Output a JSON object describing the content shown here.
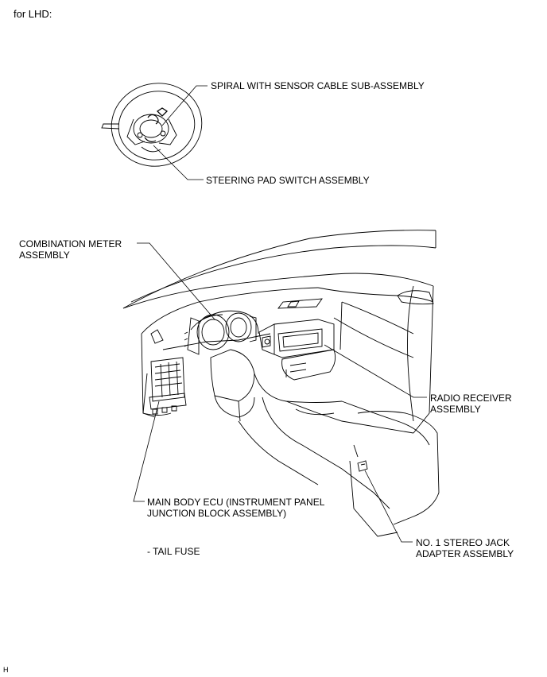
{
  "header": {
    "variant": "for LHD:"
  },
  "labels": {
    "spiral_cable": "SPIRAL WITH SENSOR CABLE SUB-ASSEMBLY",
    "steering_pad": "STEERING PAD SWITCH ASSEMBLY",
    "combination_meter": [
      "COMBINATION METER",
      "ASSEMBLY"
    ],
    "radio_receiver": [
      "RADIO RECEIVER",
      "ASSEMBLY"
    ],
    "main_body_ecu": [
      "MAIN BODY ECU (INSTRUMENT PANEL",
      "JUNCTION BLOCK ASSEMBLY)"
    ],
    "tail_fuse": "- TAIL FUSE",
    "stereo_jack": [
      "NO. 1 STEREO JACK",
      "ADAPTER ASSEMBLY"
    ]
  },
  "footer": {
    "code": "H"
  }
}
